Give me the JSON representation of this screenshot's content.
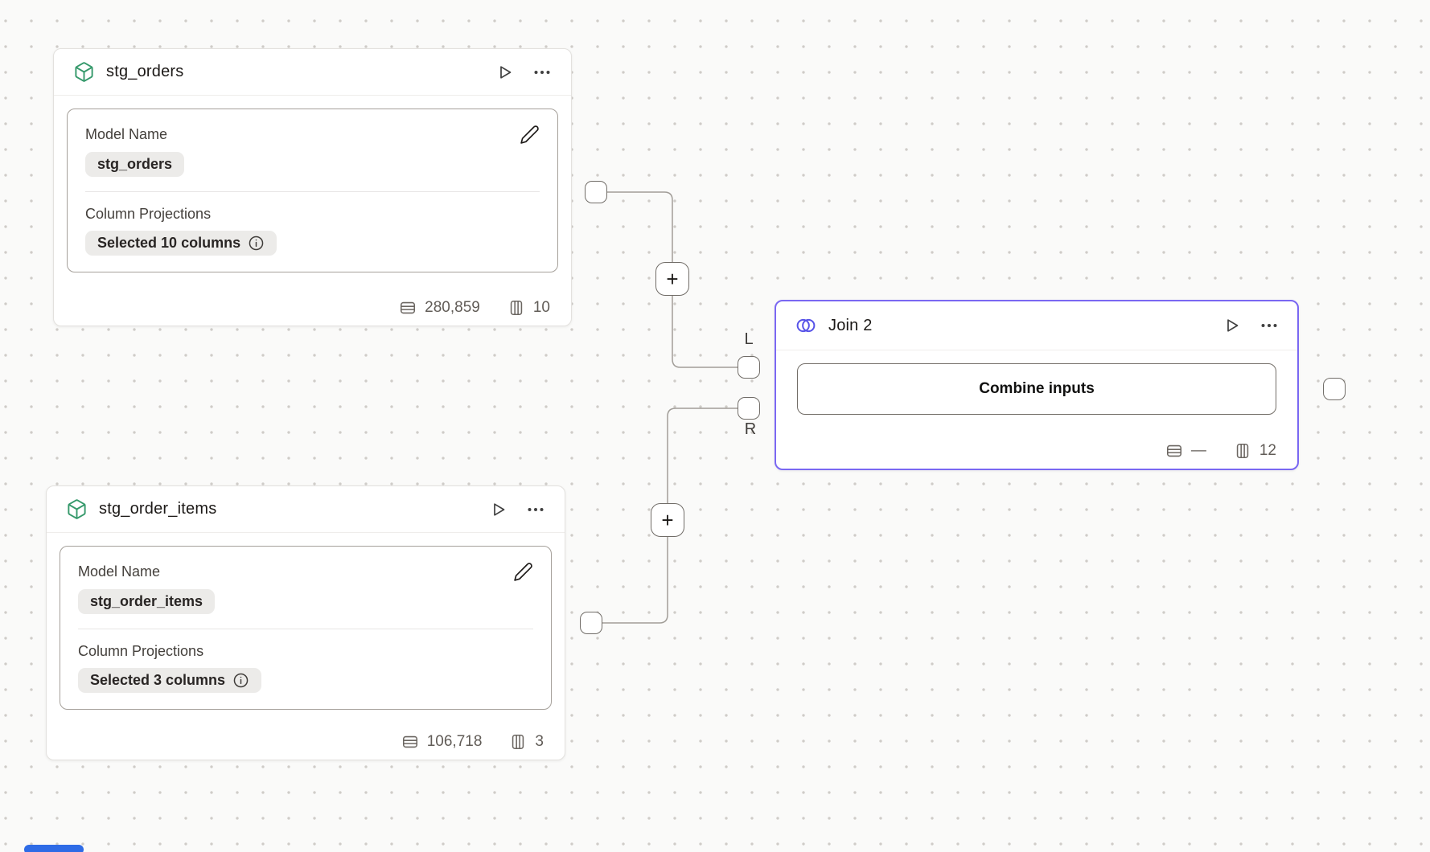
{
  "colors": {
    "model_icon_green": "#35996B",
    "join_icon_indigo": "#5753E8",
    "join_border": "#7A68F2",
    "selection_blue": "#2E6BE6"
  },
  "plus_button_label": "+",
  "join_ports": {
    "left": "L",
    "right": "R"
  },
  "nodes": {
    "stg_orders": {
      "title": "stg_orders",
      "model_name_label": "Model Name",
      "model_name_value": "stg_orders",
      "projections_label": "Column Projections",
      "projections_value": "Selected 10 columns",
      "row_count": "280,859",
      "column_count": "10"
    },
    "stg_order_items": {
      "title": "stg_order_items",
      "model_name_label": "Model Name",
      "model_name_value": "stg_order_items",
      "projections_label": "Column Projections",
      "projections_value": "Selected 3 columns",
      "row_count": "106,718",
      "column_count": "3"
    },
    "join": {
      "title": "Join 2",
      "combine_button_label": "Combine inputs",
      "row_count": "—",
      "column_count": "12"
    }
  }
}
